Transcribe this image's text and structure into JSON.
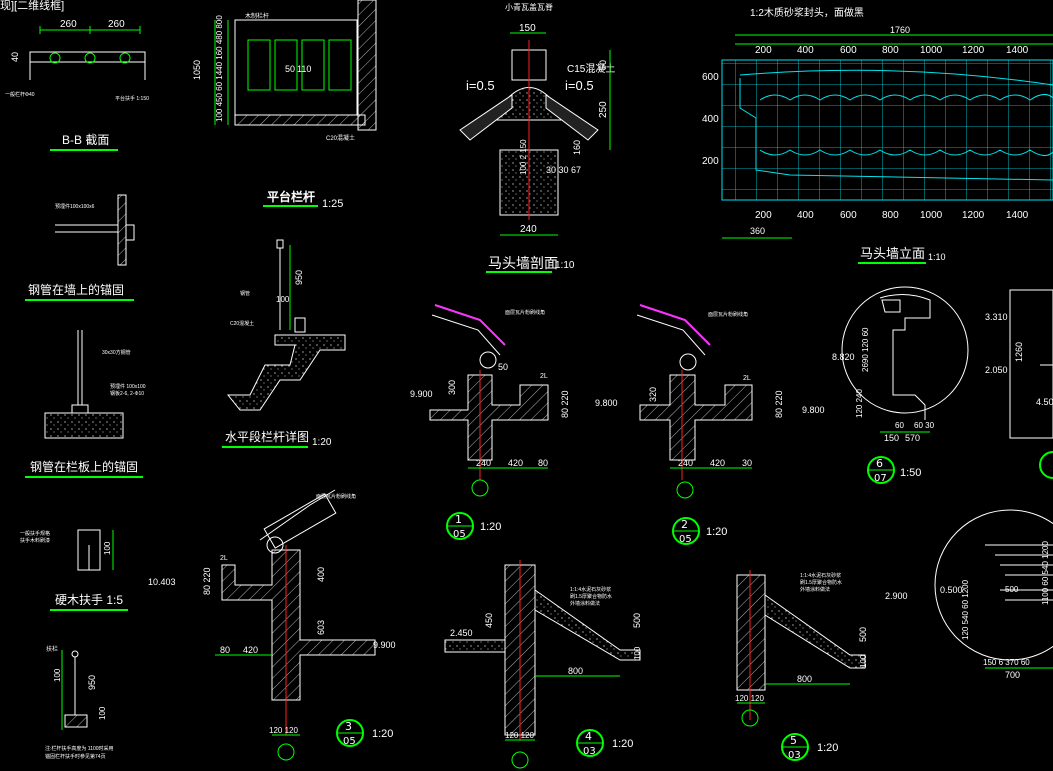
{
  "top_left_caption": "现][二维线框]",
  "details": {
    "bb_section": {
      "title": "B-B  截面",
      "dim1": "260",
      "dim2": "260",
      "dim3": "40",
      "note1": "一般栏杆Φ40",
      "note2": "平台扶手 1:150"
    },
    "platform_railing": {
      "title": "平台栏杆",
      "scale": "1:25",
      "dims": [
        "1050",
        "100",
        "450",
        "60",
        "1440",
        "160",
        "480",
        "800"
      ],
      "top_label": "木制栏杆",
      "inner_dim": "50",
      "inner_dim2": "110",
      "bottom_note": "C20混凝土"
    },
    "horse_head_top": {
      "top_label": "小青瓦盖瓦脊",
      "dim_top": "150",
      "c15_label": "C15混凝土",
      "slope_l": "i=0.5",
      "slope_r": "i=0.5",
      "d1": "50",
      "d2": "250",
      "d3": "160",
      "d4": "30",
      "d5": "30",
      "d6": "67",
      "d7": "240",
      "d8": "100",
      "d9": "2",
      "d10": "150"
    },
    "elevation_1_2": {
      "title": "1:2木质砂浆封头，面做黑",
      "x_ticks": [
        "200",
        "400",
        "600",
        "800",
        "1000",
        "1200",
        "1400"
      ],
      "y_ticks": [
        "600",
        "400",
        "200"
      ],
      "total": "1760",
      "left_dim": "360"
    },
    "steel_wall_anchor": {
      "title": "钢管在墙上的锚固",
      "note": "预埋件100x100x6"
    },
    "steel_slab_anchor": {
      "title": "钢管在栏板上的锚固",
      "note1": "30x30方钢管",
      "note2": "预埋件 100x100",
      "note3": "钢板2-6, 2-Φ10"
    },
    "hardwood_handrail": {
      "title": "硬木扶手 1:5",
      "note1": "一般扶手规格",
      "note2": "扶手木料刷漆",
      "dim": "100"
    },
    "small_railing": {
      "top": "扶栏",
      "d1": "100",
      "d2": "950",
      "d3": "100",
      "note1": "注:栏杆扶手高度为 1100时采用",
      "note2": "锚固栏杆扶手时参见第74页"
    },
    "stair_railing": {
      "top_note": "钢管",
      "d1": "100",
      "d2": "950",
      "c20": "C20混凝土"
    },
    "horizontal_railing": {
      "title": "水平段栏杆详图",
      "scale": "1:20"
    },
    "horse_head_section": {
      "title": "马头墙剖面",
      "scale": "1:10"
    },
    "horse_head_elevation": {
      "title": "马头墙立面",
      "scale": "1:10"
    },
    "section_1": {
      "num": "1",
      "ref": "05",
      "scale": "1:20",
      "elev1": "9.900",
      "elev2": "9.800",
      "d1": "300",
      "d2": "50",
      "d3": "80",
      "d4": "220",
      "d5": "240",
      "d6": "420",
      "d7": "80",
      "d8": "50",
      "d9": "2L",
      "note": "面层瓦片粉刷线角"
    },
    "section_2": {
      "num": "2",
      "ref": "05",
      "scale": "1:20",
      "elev": "9.800",
      "d1": "320",
      "d2": "80",
      "d3": "220",
      "d4": "240",
      "d5": "420",
      "d6": "30",
      "note": "面层瓦片粉刷线角"
    },
    "section_3": {
      "num": "3",
      "ref": "05",
      "scale": "1:20",
      "elev1": "10.403",
      "elev2": "9.900",
      "d1": "80",
      "d2": "220",
      "d3": "400",
      "d4": "603",
      "d5": "80",
      "d6": "420",
      "d7": "120",
      "d8": "120",
      "d9": "2L",
      "note": "面层瓦片粉刷线角"
    },
    "section_4": {
      "num": "4",
      "ref": "03",
      "scale": "1:20",
      "elev": "2.450",
      "d1": "450",
      "d2": "500",
      "d3": "100",
      "d4": "800",
      "d5": "120",
      "d6": "120",
      "note1": "1:1:4水泥石灰砂浆",
      "note2": "刷1.5厚聚合物防水",
      "note3": "外墙涂料做法"
    },
    "section_5": {
      "num": "5",
      "ref": "03",
      "scale": "1:20",
      "elev": "2.900",
      "d1": "500",
      "d2": "100",
      "d3": "800",
      "d4": "120",
      "d5": "120",
      "note1": "1:1:4水泥石灰砂浆",
      "note2": "刷1.5厚聚合物防水",
      "note3": "外墙涂料做法"
    },
    "section_6": {
      "num": "6",
      "ref": "07",
      "scale": "1:50",
      "elev1": "8.820",
      "d1": "2690",
      "d2": "120",
      "d3": "60",
      "d4": "60",
      "d5": "150",
      "d6": "570",
      "d7": "60",
      "d8": "30",
      "d9": "120",
      "d10": "240"
    },
    "right_partial": {
      "elev1": "3.310",
      "elev2": "2.050",
      "d1": "1260",
      "d2": "4.50",
      "d3": "0.500",
      "d4": "500",
      "d5": "150",
      "d6": "370",
      "d7": "700",
      "d8": "1200",
      "d9": "540",
      "d10": "60",
      "d11": "120",
      "d12": "150",
      "d13": "150",
      "d14": "60",
      "d15": "1100"
    }
  },
  "colors": {
    "background": "#000000",
    "dimension": "#00ff00",
    "outline": "#ffffff",
    "grid": "#00e5ee",
    "axis": "#ff2020",
    "roof_tile": "#ff33ff"
  }
}
